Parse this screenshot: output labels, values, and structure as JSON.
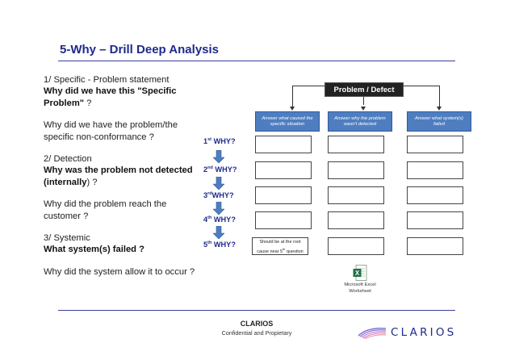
{
  "title": "5-Why – Drill Deep Analysis",
  "left": {
    "s1_label": "1/ Specific - Problem statement",
    "s1_q_bold": "Why did we have this \"Specific Problem\"",
    "s1_q_tail": " ?",
    "s1_followup": "Why did we have the problem/the specific non-conformance ?",
    "s2_label": "2/ Detection",
    "s2_q_bold": "Why was the problem not detected (internally",
    "s2_q_tail": ") ?",
    "s2_followup": "Why did the problem reach the customer ?",
    "s3_label": "3/ Systemic",
    "s3_q_bold": "What system(s) failed ?",
    "s3_followup": "Why did the system allow it to occur ?"
  },
  "diagram": {
    "top_box": "Problem / Defect",
    "columns": [
      "Answer what caused the specific situation",
      "Answer why the problem wasn't detected",
      "Answer what system(s) failed"
    ],
    "whys": [
      {
        "num": "1",
        "sup": "st",
        "label": " WHY?"
      },
      {
        "num": "2",
        "sup": "nd",
        "label": " WHY?"
      },
      {
        "num": "3",
        "sup": "rd",
        "label": "WHY?"
      },
      {
        "num": "4",
        "sup": "th",
        "label": " WHY?"
      },
      {
        "num": "5",
        "sup": "th",
        "label": " WHY?"
      }
    ],
    "note_a": "Should be at the root",
    "note_b": "cause near 5",
    "note_sup": "th",
    "note_c": " question",
    "arrow_color": "#4f7ec0",
    "header_color": "#4f7ec0"
  },
  "attachment": {
    "line1": "Microsoft Excel",
    "line2": "Worksheet",
    "icon": "excel-file-icon"
  },
  "footer": {
    "company": "CLARIOS",
    "confidential": "Confidential and Propietary"
  },
  "logo": {
    "word": "CLARIOS",
    "icon": "clarios-swoosh-logo"
  }
}
